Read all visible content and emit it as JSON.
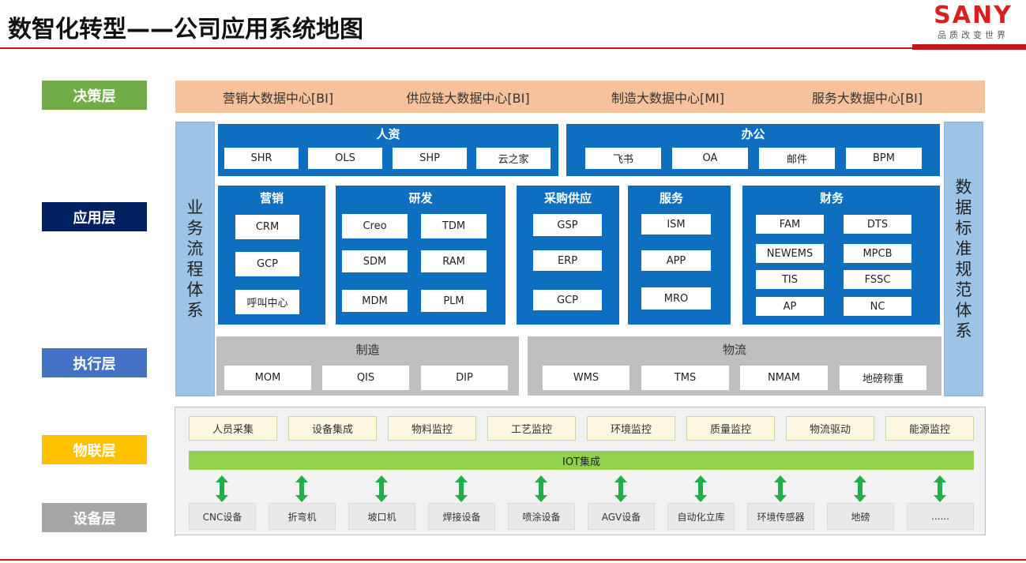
{
  "header": {
    "title": "数智化转型——公司应用系统地图",
    "logo_text": "SANY",
    "logo_slogan": "品质改变世界"
  },
  "layers": {
    "decision": "决策层",
    "application": "应用层",
    "execution": "执行层",
    "iot": "物联层",
    "device": "设备层"
  },
  "colors": {
    "brand_red": "#c8161d",
    "decision_layer": "#70ad47",
    "application_layer": "#002060",
    "execution_layer": "#4472c4",
    "iot_layer": "#ffc000",
    "device_layer": "#a6a6a6",
    "app_blue": "#0e6fc1",
    "decision_band": "#f6c29b",
    "side_blue": "#9dc3e6",
    "iot_green": "#92d050",
    "arrow_green": "#1fae4a"
  },
  "decision": {
    "items": [
      "营销大数据中心[BI]",
      "供应链大数据中心[BI]",
      "制造大数据中心[MI]",
      "服务大数据中心[BI]"
    ]
  },
  "side": {
    "left": [
      "业",
      "务",
      "流",
      "程",
      "体",
      "系"
    ],
    "right": [
      "数",
      "据",
      "标",
      "准",
      "规",
      "范",
      "体",
      "系"
    ]
  },
  "apps": {
    "hr": {
      "title": "人资",
      "items": [
        "SHR",
        "OLS",
        "SHP",
        "云之家"
      ]
    },
    "office": {
      "title": "办公",
      "items": [
        "飞书",
        "OA",
        "邮件",
        "BPM"
      ]
    },
    "marketing": {
      "title": "营销",
      "items": [
        "CRM",
        "GCP",
        "呼叫中心"
      ]
    },
    "rnd": {
      "title": "研发",
      "items": [
        "Creo",
        "TDM",
        "SDM",
        "RAM",
        "MDM",
        "PLM"
      ]
    },
    "procurement": {
      "title": "采购供应",
      "items": [
        "GSP",
        "ERP",
        "GCP"
      ]
    },
    "service": {
      "title": "服务",
      "items": [
        "ISM",
        "APP",
        "MRO"
      ]
    },
    "finance": {
      "title": "财务",
      "items": [
        "FAM",
        "DTS",
        "NEWEMS",
        "MPCB",
        "TIS",
        "FSSC",
        "AP",
        "NC"
      ]
    }
  },
  "execution": {
    "manufacturing": {
      "title": "制造",
      "items": [
        "MOM",
        "QIS",
        "DIP"
      ]
    },
    "logistics": {
      "title": "物流",
      "items": [
        "WMS",
        "TMS",
        "NMAM",
        "地磅称重"
      ]
    }
  },
  "iot": {
    "items": [
      "人员采集",
      "设备集成",
      "物料监控",
      "工艺监控",
      "环境监控",
      "质量监控",
      "物流驱动",
      "能源监控"
    ],
    "bar": "IOT集成",
    "arrow_icon": "double-arrow-vertical-icon"
  },
  "devices": {
    "items": [
      "CNC设备",
      "折弯机",
      "坡口机",
      "焊接设备",
      "喷涂设备",
      "AGV设备",
      "自动化立库",
      "环境传感器",
      "地磅",
      "......"
    ]
  }
}
